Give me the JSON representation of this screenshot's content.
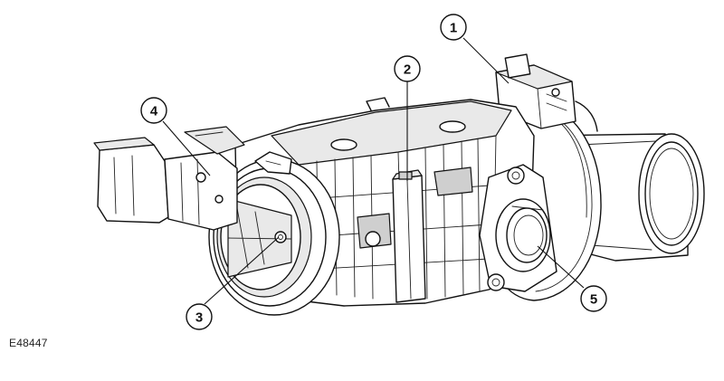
{
  "figure": {
    "id_label": "E48447"
  },
  "callouts": [
    {
      "number": "1"
    },
    {
      "number": "2"
    },
    {
      "number": "3"
    },
    {
      "number": "4"
    },
    {
      "number": "5"
    }
  ]
}
